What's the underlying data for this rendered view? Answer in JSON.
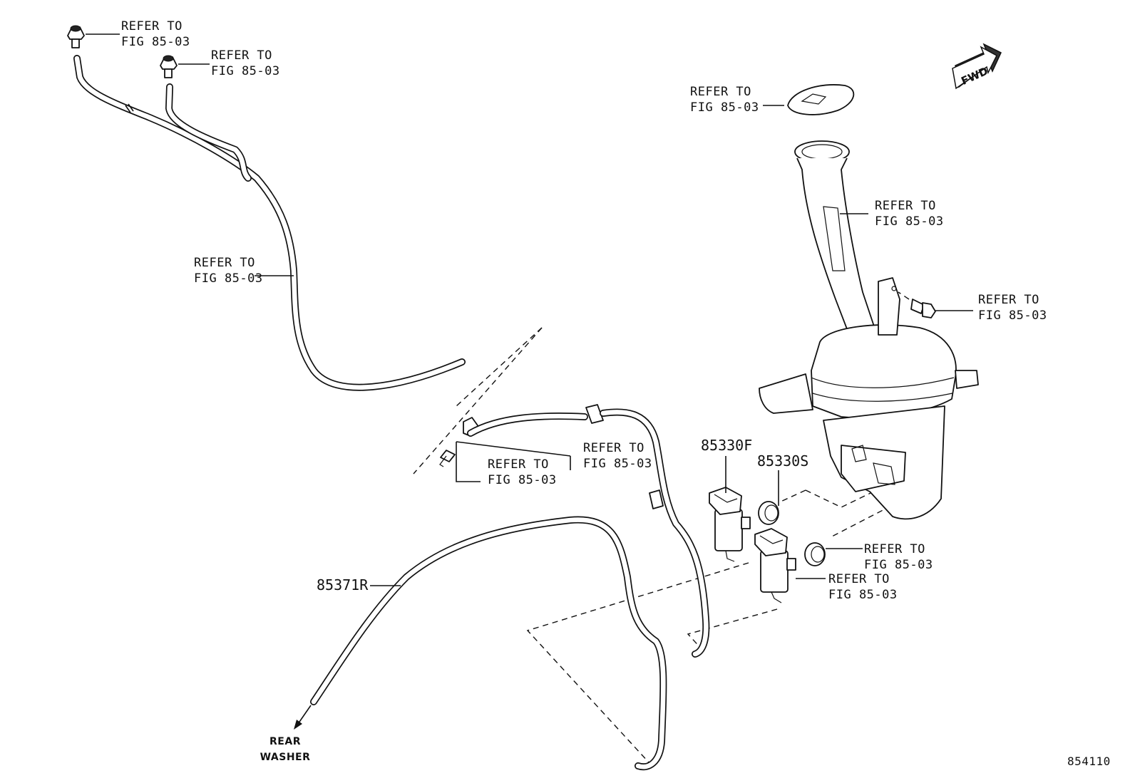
{
  "diagram": {
    "figure_number": "854110",
    "fwd_badge": "FWD",
    "callouts": [
      {
        "id": "nozzle-left",
        "line1": "REFER TO",
        "line2": "FIG 85-03"
      },
      {
        "id": "nozzle-right",
        "line1": "REFER TO",
        "line2": "FIG 85-03"
      },
      {
        "id": "front-hose",
        "line1": "REFER TO",
        "line2": "FIG 85-03"
      },
      {
        "id": "cap",
        "line1": "REFER TO",
        "line2": "FIG 85-03"
      },
      {
        "id": "inlet",
        "line1": "REFER TO",
        "line2": "FIG 85-03"
      },
      {
        "id": "bolt",
        "line1": "REFER TO",
        "line2": "FIG 85-03"
      },
      {
        "id": "joint-a",
        "line1": "REFER TO",
        "line2": "FIG 85-03"
      },
      {
        "id": "joint-b",
        "line1": "REFER TO",
        "line2": "FIG 85-03"
      },
      {
        "id": "grommet",
        "line1": "REFER TO",
        "line2": "FIG 85-03"
      },
      {
        "id": "pump-front",
        "line1": "REFER TO",
        "line2": "FIG 85-03"
      }
    ],
    "part_numbers": {
      "pump_motor": "85330F",
      "grommet": "85330S",
      "rear_hose": "85371R"
    },
    "rear_washer": {
      "line1": "REAR",
      "line2": "WASHER"
    }
  }
}
